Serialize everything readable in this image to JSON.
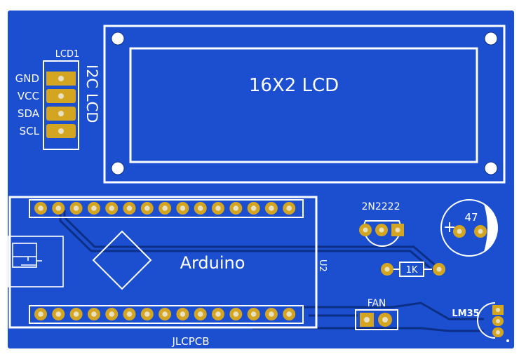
{
  "board": {
    "colors": {
      "substrate": "#1b4fd0",
      "copper_trace": "#0c2f86",
      "silkscreen": "#ffffff",
      "pad_gold": "#d4a520",
      "drill": "#e8e0c0"
    },
    "brand": "JLCPCB"
  },
  "lcd_module": {
    "title": "16X2 LCD"
  },
  "lcd_header": {
    "ref": "LCD1",
    "side_label": "I2C LCD",
    "pin_labels": [
      "GND",
      "VCC",
      "SDA",
      "SCL"
    ],
    "pin_count": 4
  },
  "arduino": {
    "label": "Arduino",
    "ref": "U2",
    "pins_per_row": 15
  },
  "transistor": {
    "ref": "2N2222"
  },
  "capacitor": {
    "value": "47",
    "polarity": "+"
  },
  "resistor": {
    "value": "1K"
  },
  "fan_connector": {
    "ref": "FAN"
  },
  "temp_sensor": {
    "ref": "LM35"
  }
}
